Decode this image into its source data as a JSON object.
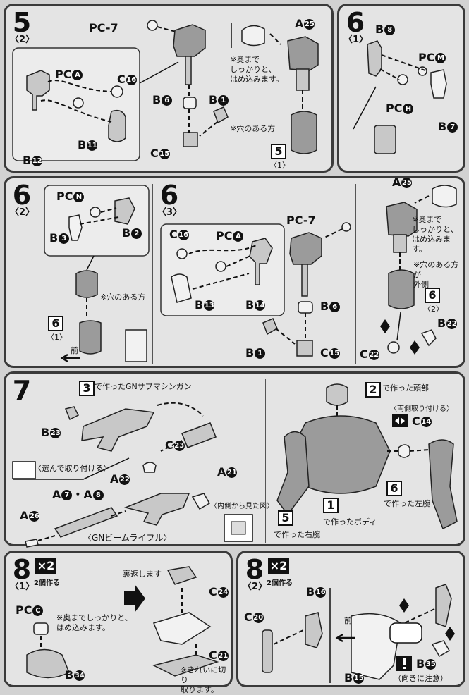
{
  "step5": {
    "num": "5",
    "sub": "〈2〉",
    "labels": {
      "pc7": "PC-7",
      "a25": "A",
      "a25n": "25",
      "pca": "PC",
      "pcaN": "A",
      "c16": "C",
      "c16n": "16",
      "b6": "B",
      "b6n": "6",
      "b1": "B",
      "b1n": "1",
      "b12": "B",
      "b12n": "12",
      "b11": "B",
      "b11n": "11",
      "c15": "C",
      "c15n": "15"
    },
    "note1": "※奥まで\nしっかりと、\nはめ込みます。",
    "note2": "※穴のある方",
    "ref_num": "5",
    "ref_sub": "〈1〉"
  },
  "step6_1": {
    "num": "6",
    "sub": "〈1〉",
    "labels": {
      "b8": "B",
      "b8n": "8",
      "pcm": "PC",
      "pcmN": "M",
      "pch": "PC",
      "pchN": "H",
      "b7": "B",
      "b7n": "7"
    }
  },
  "step6_2": {
    "num": "6",
    "sub": "〈2〉",
    "labels": {
      "pcn": "PC",
      "pcnN": "N",
      "b2": "B",
      "b2n": "2",
      "b3": "B",
      "b3n": "3"
    },
    "note": "※穴のある方",
    "ref_num": "6",
    "ref_sub": "〈1〉",
    "front": "前"
  },
  "step6_3": {
    "num": "6",
    "sub": "〈3〉",
    "labels": {
      "pc7": "PC-7",
      "c16": "C",
      "c16n": "16",
      "pca": "PC",
      "pcaN": "A",
      "b13": "B",
      "b13n": "13",
      "b14": "B",
      "b14n": "14",
      "b6": "B",
      "b6n": "6",
      "b1": "B",
      "b1n": "1",
      "c15": "C",
      "c15n": "15",
      "a25": "A",
      "a25n": "25",
      "b22": "B",
      "b22n": "22",
      "c22": "C",
      "c22n": "22"
    },
    "note1": "※奥まで\nしっかりと、\nはめ込みます。",
    "note2": "※穴のある方が\n外側",
    "ref_num": "6",
    "ref_sub": "〈2〉"
  },
  "step7": {
    "num": "7",
    "made3": "で作ったGNサブマシンガン",
    "made3_num": "3",
    "labels": {
      "b23": "B",
      "b23n": "23",
      "c23": "C",
      "c23n": "23",
      "a22": "A",
      "a22n": "22",
      "a21": "A",
      "a21n": "21",
      "a7a8": "A",
      "a7n": "7",
      "a8n": "8",
      "a26": "A",
      "a26n": "26",
      "c14": "C",
      "c14n": "14"
    },
    "select": "〈選んで取り付ける〉",
    "rifle": "〈GNビームライフル〉",
    "inner_view": "〈内側から見た図〉",
    "made2": "で作った頭部",
    "made2_num": "2",
    "both_sides": "〈両側取り付ける〉",
    "made1": "で作ったボディ",
    "made1_num": "1",
    "made5": "で作った右腕",
    "made5_num": "5",
    "made6": "で作った左腕",
    "made6_num": "6"
  },
  "step8_1": {
    "num": "8",
    "sub": "〈1〉",
    "x2": "×2",
    "make2": "2個作る",
    "labels": {
      "pcc": "PC",
      "pccN": "C",
      "b34": "B",
      "b34n": "34",
      "c24": "C",
      "c24n": "24",
      "c21": "C",
      "c21n": "21"
    },
    "note1": "※奥までしっかりと、\nはめ込みます。",
    "reverse": "裏返します",
    "note2": "※きれいに切り\n取ります。"
  },
  "step8_2": {
    "num": "8",
    "sub": "〈2〉",
    "x2": "×2",
    "make2": "2個作る",
    "labels": {
      "b16": "B",
      "b16n": "16",
      "c20": "C",
      "c20n": "20",
      "b15": "B",
      "b15n": "15",
      "b35": "B",
      "b35n": "35"
    },
    "front": "前",
    "caution": "（向きに注意）"
  }
}
